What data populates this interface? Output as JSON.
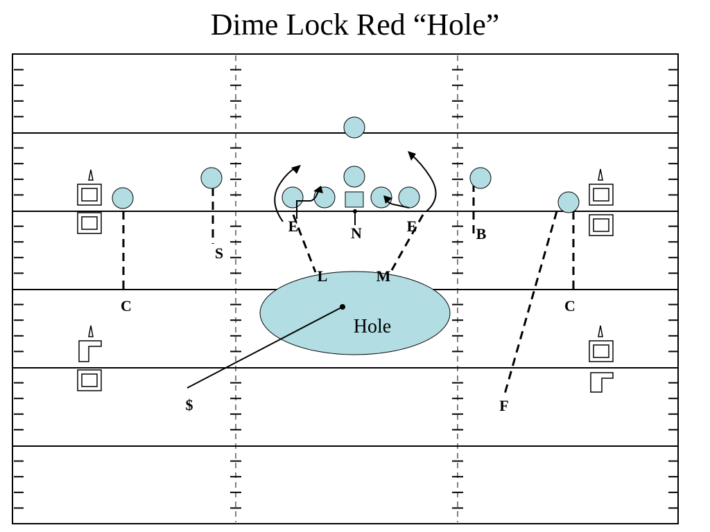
{
  "title": "Dime Lock Red “Hole”",
  "colors": {
    "player_fill": "#b2dde2",
    "line": "#000000"
  },
  "zone_label": "Hole",
  "defense_labels": {
    "corner_left": "C",
    "strong_safety": "S",
    "end_left": "E",
    "nose": "N",
    "end_right": "E",
    "buck": "B",
    "corner_right": "C",
    "lb_left": "L",
    "lb_middle": "M",
    "dollar": "$",
    "free_safety": "F"
  },
  "icons": {
    "offense_player": "circle",
    "center": "square",
    "receiver_glyph": "glyph-icon"
  }
}
